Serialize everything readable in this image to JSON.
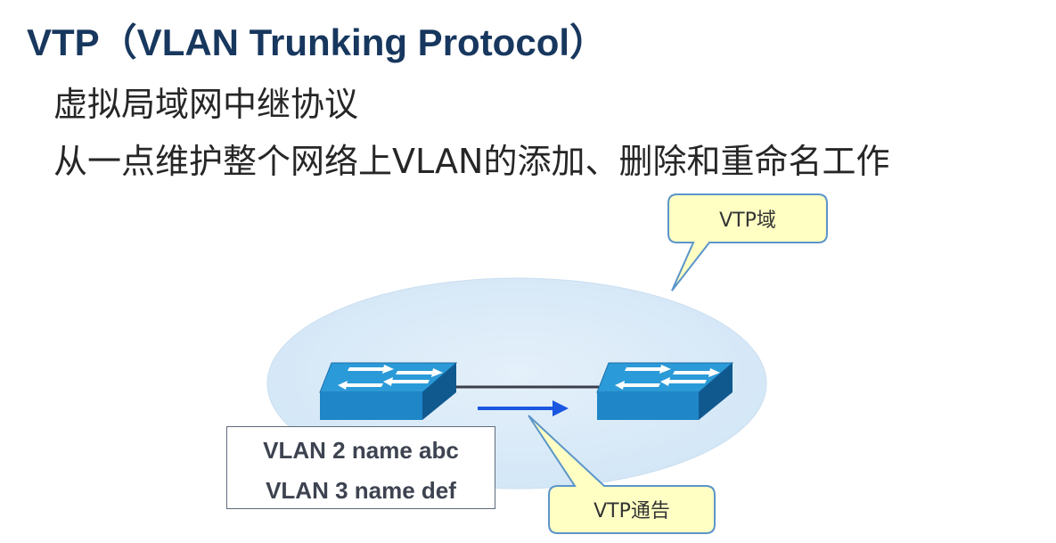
{
  "slide": {
    "title": "VTP（VLAN Trunking Protocol）",
    "line1": "虚拟局域网中继协议",
    "line2": "从一点维护整个网络上VLAN的添加、删除和重命名工作"
  },
  "diagram": {
    "domain_callout": "VTP域",
    "advertisement_callout": "VTP通告",
    "vlan_entries": [
      "VLAN 2 name abc",
      "VLAN 3 name def"
    ],
    "colors": {
      "title": "#17375e",
      "domain_ellipse": "#dcebf8",
      "switch_top": "#2b9ad8",
      "switch_front": "#1f86c8",
      "switch_side": "#10598f",
      "callout_fill": "#ffffc4",
      "callout_border": "#5b95c9",
      "advertisement_arrow": "#1a56e0"
    }
  }
}
